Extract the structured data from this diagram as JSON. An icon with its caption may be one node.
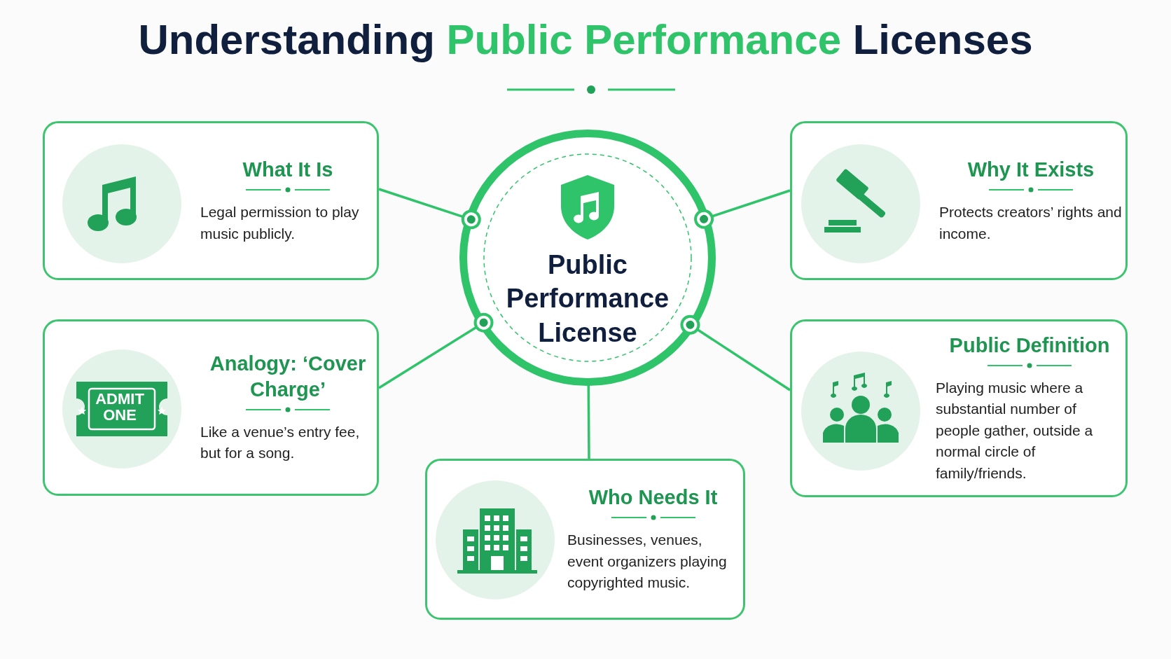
{
  "diagram": {
    "title": "Understanding **Public Performance** Licenses",
    "nodes": [
      {
        "text": [
          "Public Performance License"
        ]
      },
      {
        "text": [
          "What It Is",
          "Legal permission to play music publicly."
        ]
      },
      {
        "text": [
          "Why It Exists",
          "Protects creators’ rights and income."
        ]
      },
      {
        "text": [
          "Analogy: ‘Cover Charge’",
          "Like a venue’s entry fee, but for a song."
        ]
      },
      {
        "text": [
          "Public Definition",
          "Playing music where a substantial number of people gather, outside a normal circle of family/friends."
        ]
      },
      {
        "text": [
          "Who Needs It",
          "Businesses, venues, event organizers playing copyrighted music."
        ]
      }
    ],
    "edges": [
      {
        "from": 0,
        "to": 1,
        "arrow": "other"
      },
      {
        "from": 0,
        "to": 2,
        "arrow": "other"
      },
      {
        "from": 0,
        "to": 3,
        "arrow": "other"
      },
      {
        "from": 0,
        "to": 4,
        "arrow": "other"
      },
      {
        "from": 0,
        "to": 5,
        "arrow": "none"
      }
    ],
    "labels": [
      "ADMIT ONE"
    ]
  }
}
